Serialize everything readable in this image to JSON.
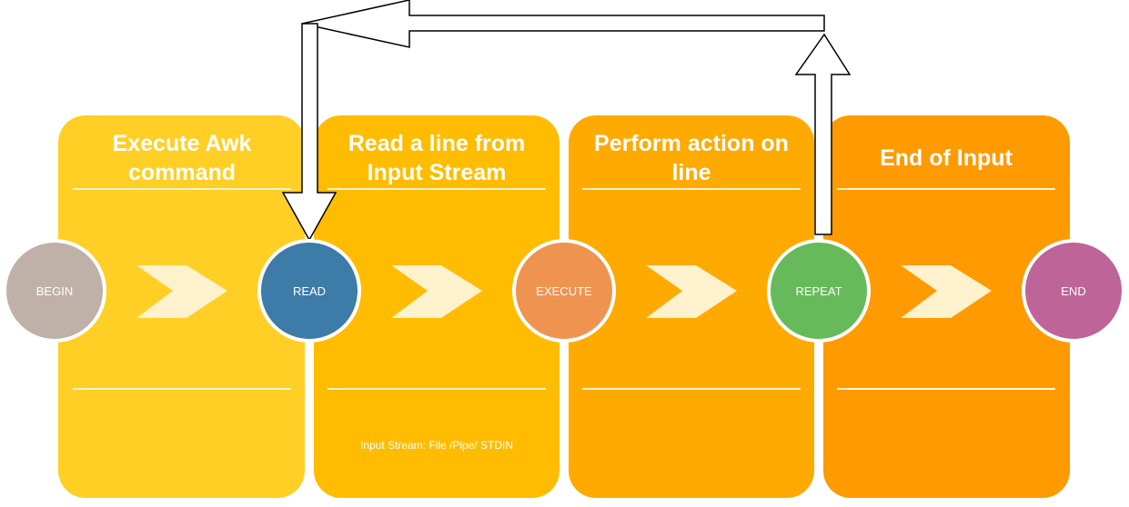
{
  "panels": [
    {
      "title_line1": "Execute Awk",
      "title_line2": "command",
      "color": "#FFCF25"
    },
    {
      "title_line1": "Read a line from",
      "title_line2": "Input Stream",
      "color": "#FFBC00",
      "note": "Input Stream: File /Pipe/ STDIN"
    },
    {
      "title_line1": "Perform action on",
      "title_line2": "line",
      "color": "#FFAA00"
    },
    {
      "title_line1": "End of Input",
      "title_line2": "",
      "color": "#FF9A00"
    }
  ],
  "nodes": [
    {
      "label": "BEGIN",
      "color": "#BFB1A8"
    },
    {
      "label": "READ",
      "color": "#3D7BA8"
    },
    {
      "label": "EXECUTE",
      "color": "#EF9350"
    },
    {
      "label": "REPEAT",
      "color": "#66BA5A"
    },
    {
      "label": "END",
      "color": "#BE6498"
    }
  ],
  "colors": {
    "chevron": "#FFF2CC",
    "loop_arrow_stroke": "#000000",
    "node_border": "#ffffff",
    "divider": "#FFF5CC"
  },
  "loop_arrow": {
    "from": "REPEAT",
    "to": "READ"
  }
}
